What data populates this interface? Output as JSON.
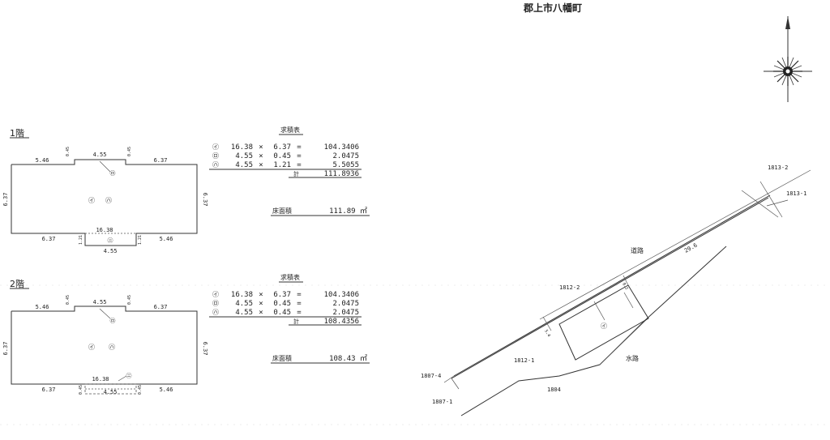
{
  "header": {
    "location": "郡上市八幡町"
  },
  "floor1": {
    "label": "1階",
    "dims": {
      "top_left": "5.46",
      "top_mid": "4.55",
      "top_right": "6.37",
      "notch_left": "0.45",
      "notch_right": "0.45",
      "side_left": "6.37",
      "side_right": "6.37",
      "bottom_mid": "16.38",
      "bottom_left": "6.37",
      "bottom_right": "5.46",
      "ext_bottom": "4.55",
      "ext_left": "1.21",
      "ext_right": "1.21"
    },
    "marks": {
      "m1": "㋑",
      "m2": "㋺",
      "m3": "㋩",
      "m4": "㋥"
    },
    "table_title": "求積表",
    "rows": [
      {
        "mark": "㋑",
        "a": "16.38",
        "op": "×",
        "b": "6.37",
        "eq": "=",
        "v": "104.3406"
      },
      {
        "mark": "㋺",
        "a": "4.55",
        "op": "×",
        "b": "0.45",
        "eq": "=",
        "v": "2.0475"
      },
      {
        "mark": "㋩",
        "a": "4.55",
        "op": "×",
        "b": "1.21",
        "eq": "=",
        "v": "5.5055"
      }
    ],
    "total_label": "計",
    "total": "111.8936",
    "area_label": "床面積",
    "area": "111.89 ㎡"
  },
  "floor2": {
    "label": "2階",
    "dims": {
      "top_left": "5.46",
      "top_mid": "4.55",
      "top_right": "6.37",
      "notch_left": "0.45",
      "notch_right": "0.45",
      "side_left": "6.37",
      "side_right": "6.37",
      "bottom_mid": "16.38",
      "bottom_left": "6.37",
      "bottom_right": "5.46",
      "ext_bottom": "4.55",
      "ext_left": "0.45",
      "ext_right": "0.45"
    },
    "marks": {
      "m1": "㋑",
      "m2": "㋺",
      "m3": "㋩",
      "m4": "㋥"
    },
    "table_title": "求積表",
    "rows": [
      {
        "mark": "㋑",
        "a": "16.38",
        "op": "×",
        "b": "6.37",
        "eq": "=",
        "v": "104.3406"
      },
      {
        "mark": "㋺",
        "a": "4.55",
        "op": "×",
        "b": "0.45",
        "eq": "=",
        "v": "2.0475"
      },
      {
        "mark": "㋩",
        "a": "4.55",
        "op": "×",
        "b": "0.45",
        "eq": "=",
        "v": "2.0475"
      }
    ],
    "total_label": "計",
    "total": "108.4356",
    "area_label": "床面積",
    "area": "108.43 ㎡"
  },
  "site": {
    "parcels": [
      "1813-2",
      "1813-1",
      "1812-2",
      "1812-1",
      "1807-4",
      "1807-1",
      "1804"
    ],
    "road_label": "道路",
    "water_label": "水路",
    "road_dim": "29.6",
    "dim_a": "0.2",
    "dim_b": "5.4",
    "building_mark": "㋑"
  }
}
